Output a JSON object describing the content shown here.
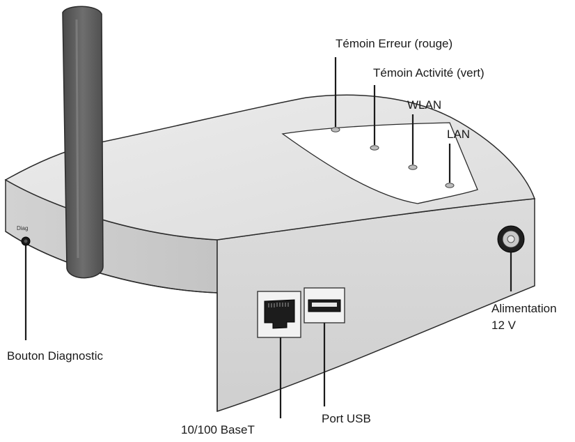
{
  "labels": {
    "error_led": "Témoin Erreur (rouge)",
    "activity_led": "Témoin Activité (vert)",
    "wlan_led": "WLAN",
    "lan_led": "LAN",
    "power_line1": "Alimentation",
    "power_line2": "12 V",
    "diag_button": "Bouton Diagnostic",
    "usb_port": "Port USB",
    "ethernet_port": "10/100 BaseT",
    "diag_mark": "Diag"
  },
  "colors": {
    "body_top": "#e8e8e8",
    "body_front": "#d6d6d6",
    "body_side": "#c9c9c9",
    "antenna": "#5f5f5f",
    "led_panel": "#ffffff",
    "outline": "#2a2a2a"
  }
}
